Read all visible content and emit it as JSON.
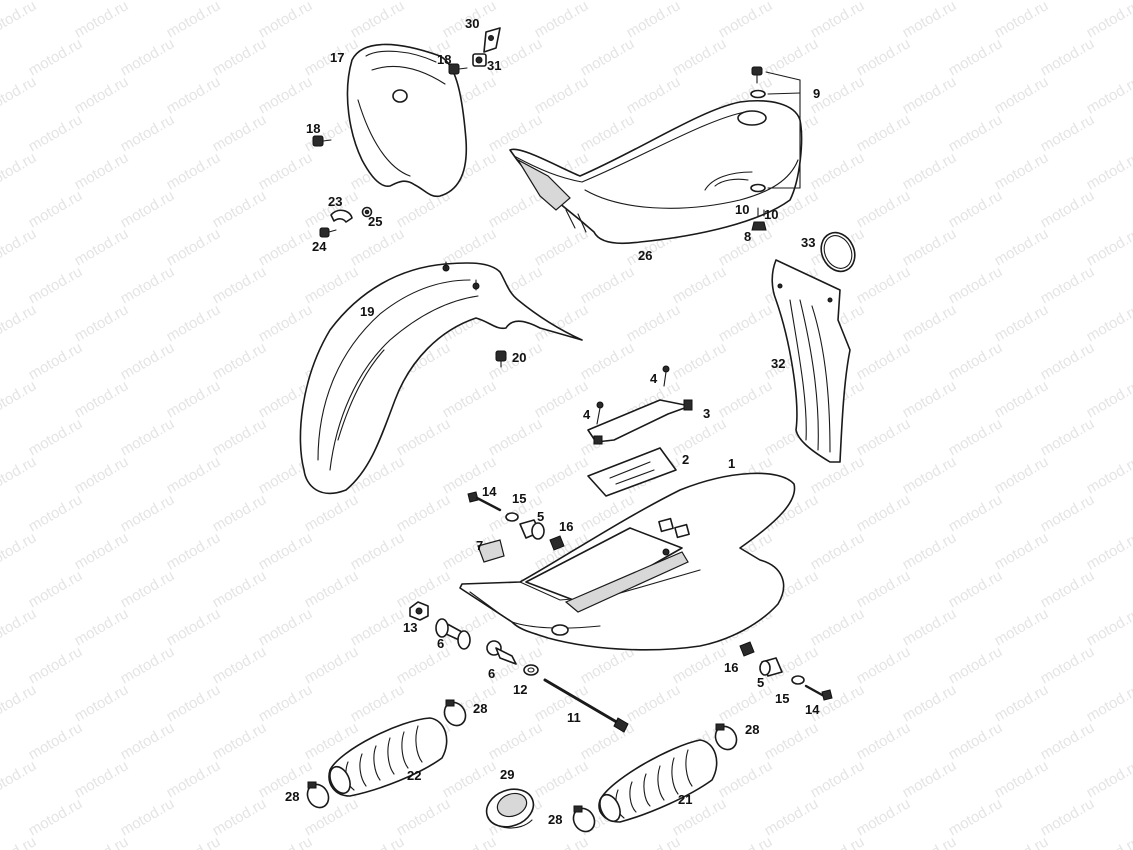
{
  "watermark": "motod.ru",
  "colors": {
    "line": "#1a1a1a",
    "watermark": "#cfcfcf",
    "background": "#ffffff"
  },
  "callouts": [
    {
      "part": "fuel-tank",
      "number": "1"
    },
    {
      "part": "number-plate-sticker",
      "number": "2"
    },
    {
      "part": "tool-box-cover",
      "number": "3"
    },
    {
      "part": "screw",
      "number": "4"
    },
    {
      "part": "screw",
      "number": "4"
    },
    {
      "part": "bushing",
      "number": "5"
    },
    {
      "part": "bushing",
      "number": "5"
    },
    {
      "part": "spacer-sleeve",
      "number": "6"
    },
    {
      "part": "spacer-sleeve",
      "number": "6"
    },
    {
      "part": "pad",
      "number": "7"
    },
    {
      "part": "nut",
      "number": "8"
    },
    {
      "part": "seat-screw",
      "number": "9"
    },
    {
      "part": "washer",
      "number": "10"
    },
    {
      "part": "washer",
      "number": "10"
    },
    {
      "part": "long-bolt",
      "number": "11"
    },
    {
      "part": "washer",
      "number": "12"
    },
    {
      "part": "nut",
      "number": "13"
    },
    {
      "part": "bolt",
      "number": "14"
    },
    {
      "part": "bolt",
      "number": "14"
    },
    {
      "part": "washer",
      "number": "15"
    },
    {
      "part": "washer",
      "number": "15"
    },
    {
      "part": "nut",
      "number": "16"
    },
    {
      "part": "nut",
      "number": "16"
    },
    {
      "part": "headlight-mask",
      "number": "17"
    },
    {
      "part": "screw",
      "number": "18"
    },
    {
      "part": "screw",
      "number": "18"
    },
    {
      "part": "front-fender",
      "number": "19"
    },
    {
      "part": "screw",
      "number": "20"
    },
    {
      "part": "fork-boot",
      "number": "21"
    },
    {
      "part": "fork-boot",
      "number": "22"
    },
    {
      "part": "clip",
      "number": "23"
    },
    {
      "part": "screw",
      "number": "24"
    },
    {
      "part": "nut",
      "number": "25"
    },
    {
      "part": "seat",
      "number": "26"
    },
    {
      "part": "clamp",
      "number": "28"
    },
    {
      "part": "clamp",
      "number": "28"
    },
    {
      "part": "clamp",
      "number": "28"
    },
    {
      "part": "clamp",
      "number": "28"
    },
    {
      "part": "grommet",
      "number": "29"
    },
    {
      "part": "bracket",
      "number": "30"
    },
    {
      "part": "clip-nut",
      "number": "31"
    },
    {
      "part": "mud-flap",
      "number": "32"
    },
    {
      "part": "strap",
      "number": "33"
    }
  ]
}
